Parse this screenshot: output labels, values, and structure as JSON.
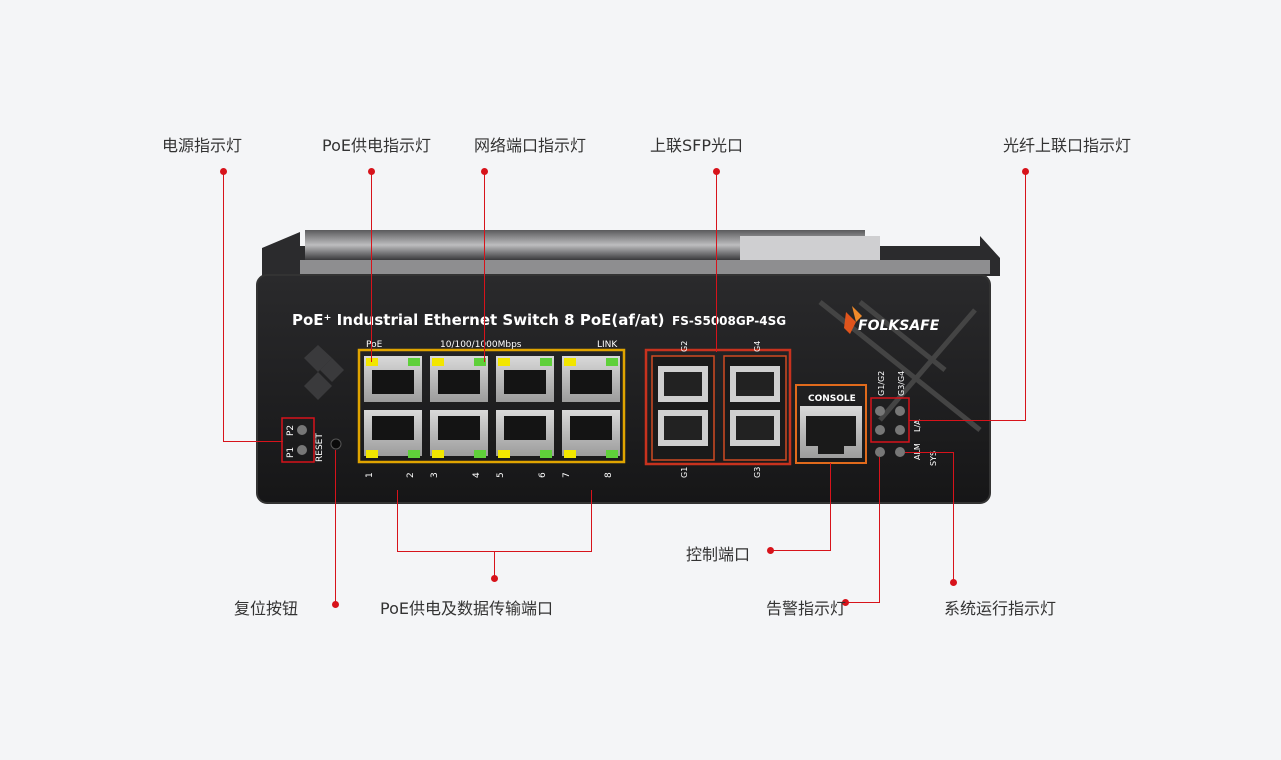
{
  "callouts": {
    "power_led": "电源指示灯",
    "poe_led": "PoE供电指示灯",
    "network_led": "网络端口指示灯",
    "uplink_sfp": "上联SFP光口",
    "fiber_led": "光纤上联口指示灯",
    "console_port": "控制端口",
    "reset_button": "复位按钮",
    "poe_ports": "PoE供电及数据传输端口",
    "alarm_led": "告警指示灯",
    "system_led": "系统运行指示灯"
  },
  "device": {
    "title": "PoE⁺ Industrial Ethernet Switch 8 PoE(af/at)",
    "model": "FS-S5008GP-4SG",
    "brand": "FOLKSAFE",
    "poe_label": "PoE",
    "speed_label": "10/100/1000Mbps",
    "link_label": "LINK",
    "console_label": "CONSOLE",
    "p1": "P1",
    "p2": "P2",
    "reset": "RESET",
    "g1g2": "G1/G2",
    "g3g4": "G3/G4",
    "la": "L/A",
    "alm": "ALM",
    "sys": "SYS",
    "port_numbers": [
      "1",
      "2",
      "3",
      "4",
      "5",
      "6",
      "7",
      "8"
    ],
    "sfp_labels": [
      "G2",
      "G4",
      "G1",
      "G3"
    ]
  },
  "colors": {
    "accent": "#d7131b",
    "highlight_border": "#e0a400",
    "led_yellow": "#f2e600",
    "led_green": "#5fd03a",
    "chassis": "#1d1d1f",
    "sfp_border": "#c8321e"
  }
}
